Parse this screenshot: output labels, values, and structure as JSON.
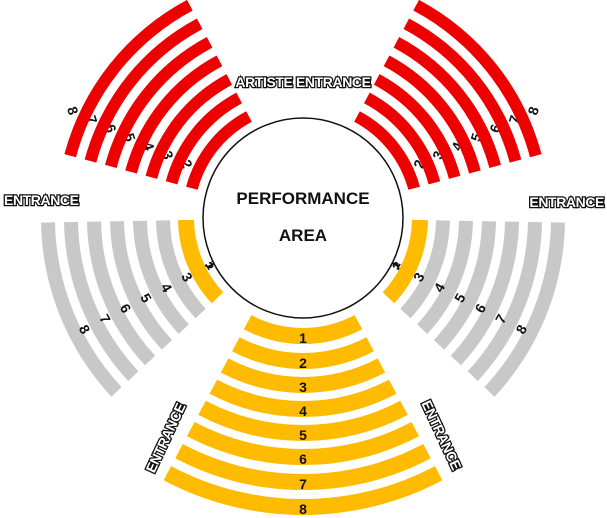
{
  "stage": {
    "line1": "PERFORMANCE",
    "line2": "AREA"
  },
  "entrances": {
    "artiste": "ARTISTE ENTRANCE",
    "left": "ENTRANCE",
    "right": "ENTRANCE",
    "bottom_left": "ENTRANCE",
    "bottom_right": "ENTRANCE"
  },
  "colors": {
    "red": "#ee0000",
    "grey": "#c8c8c8",
    "orange": "#ffbb00",
    "stage_stroke": "#111111"
  },
  "sections": [
    {
      "id": "red-left",
      "color": "red",
      "rows": [
        "2",
        "3",
        "4",
        "5",
        "6",
        "7",
        "8"
      ]
    },
    {
      "id": "red-right",
      "color": "red",
      "rows": [
        "2",
        "3",
        "4",
        "5",
        "6",
        "7",
        "8"
      ]
    },
    {
      "id": "grey-left",
      "color": "grey",
      "rows": [
        "2",
        "3",
        "4",
        "5",
        "6",
        "7",
        "8"
      ]
    },
    {
      "id": "grey-right",
      "color": "grey",
      "rows": [
        "2",
        "3",
        "4",
        "5",
        "6",
        "7",
        "8"
      ]
    },
    {
      "id": "center",
      "color": "orange",
      "rows": [
        "1",
        "2",
        "3",
        "4",
        "5",
        "6",
        "7",
        "8"
      ]
    },
    {
      "id": "orange-left",
      "color": "orange",
      "rows": [
        "1"
      ]
    },
    {
      "id": "orange-right",
      "color": "orange",
      "rows": [
        "1"
      ]
    }
  ]
}
